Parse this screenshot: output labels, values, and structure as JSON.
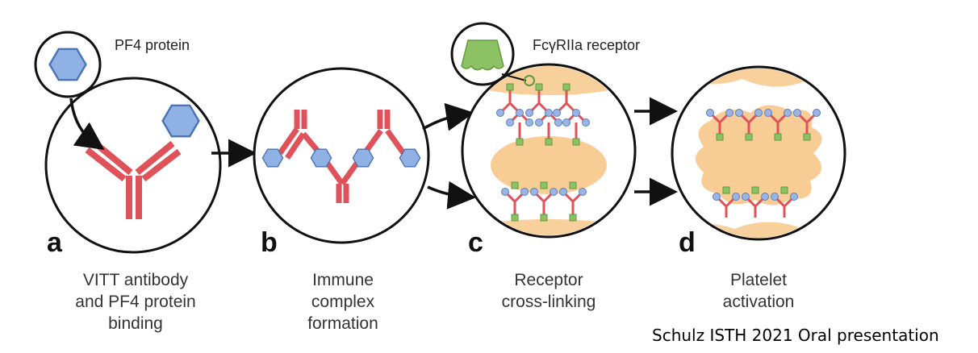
{
  "panels": [
    {
      "letter": "a",
      "caption_lines": [
        "VITT antibody",
        "and PF4 protein",
        "binding"
      ]
    },
    {
      "letter": "b",
      "caption_lines": [
        "Immune",
        "complex",
        "formation"
      ]
    },
    {
      "letter": "c",
      "caption_lines": [
        "Receptor",
        "cross-linking"
      ]
    },
    {
      "letter": "d",
      "caption_lines": [
        "Platelet",
        "activation"
      ]
    }
  ],
  "callouts": {
    "pf4": "PF4 protein",
    "receptor": "FcγRIIa receptor"
  },
  "credit": "Schulz ISTH 2021 Oral presentation",
  "colors": {
    "antibody": "#e0525a",
    "pf4": "#7fa6de",
    "pf4_stroke": "#4a72b5",
    "receptor": "#8cc264",
    "platelet": "#f7c889",
    "outline": "#111111"
  }
}
